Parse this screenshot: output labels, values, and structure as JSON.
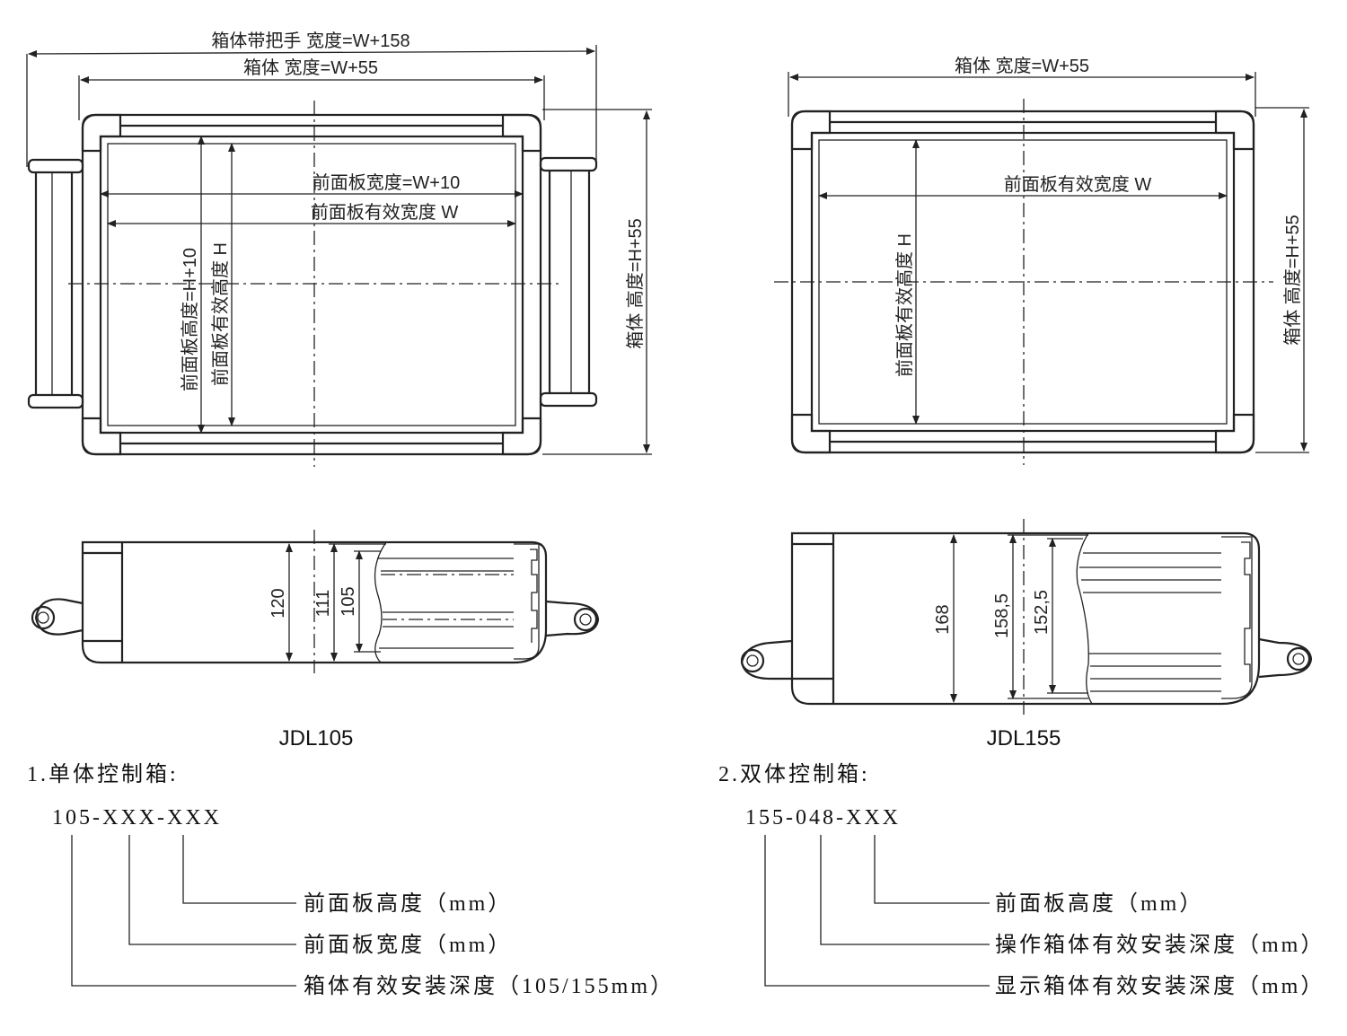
{
  "left": {
    "width_handle": "箱体带把手  宽度=W+158",
    "width_box": "箱体  宽度=W+55",
    "panel_width": "前面板宽度=W+10",
    "panel_eff_width": "前面板有效宽度  W",
    "panel_height": "前面板高度=H+10",
    "panel_eff_height": "前面板有效高度  H",
    "box_height": "箱体  高度=H+55",
    "dim_120": "120",
    "dim_111": "111",
    "dim_105": "105",
    "model": "JDL105",
    "section_title": "1.单体控制箱:",
    "code": "105-XXX-XXX",
    "desc1": "前面板高度（mm）",
    "desc2": "前面板宽度（mm）",
    "desc3": "箱体有效安装深度（105/155mm）"
  },
  "right": {
    "width_box": "箱体  宽度=W+55",
    "panel_eff_width": "前面板有效宽度  W",
    "panel_eff_height": "前面板有效高度  H",
    "box_height": "箱体  高度=H+55",
    "dim_168": "168",
    "dim_158": "158,5",
    "dim_152": "152,5",
    "model": "JDL155",
    "section_title": "2.双体控制箱:",
    "code": "155-048-XXX",
    "desc1": "前面板高度（mm）",
    "desc2": "操作箱体有效安装深度（mm）",
    "desc3": "显示箱体有效安装深度（mm）"
  }
}
